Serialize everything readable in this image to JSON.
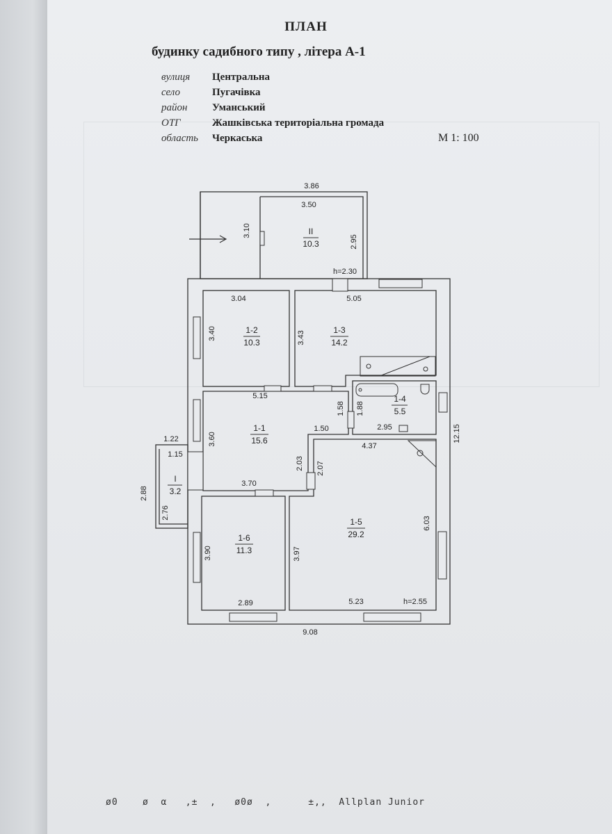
{
  "title": "ПЛАН",
  "subtitle": "будинку садибного типу , літера   А-1",
  "address": [
    {
      "label": "вулиця",
      "value": "Центральна"
    },
    {
      "label": "село",
      "value": "Пугачівка"
    },
    {
      "label": "район",
      "value": "Уманський"
    },
    {
      "label": "ОТГ",
      "value": "Жашківська територіальна громада"
    },
    {
      "label": "область",
      "value": "Черкаська"
    }
  ],
  "scale": "М 1: 100",
  "plan": {
    "dimensions": {
      "top_outer": "3.86",
      "top_inner": "3.50",
      "annex_left": "3.10",
      "annex_right": "2.95",
      "annex_height": "h=2.30",
      "r12_width": "3.04",
      "r12_height": "3.40",
      "r13_width": "5.05",
      "r13_height": "3.43",
      "r11_top": "5.15",
      "r11_height": "3.60",
      "r11_notch_w": "1.50",
      "r11_notch_h": "2.03",
      "r11_bottom": "3.70",
      "r14_h1": "1.58",
      "r14_h2": "1.88",
      "r14_width": "2.95",
      "r15_top": "4.37",
      "r15_left_upper": "2.07",
      "r15_left": "3.97",
      "r15_right": "6.03",
      "r15_bottom": "5.23",
      "main_height": "h=2.55",
      "total_height": "12.15",
      "r16_height": "3.90",
      "r16_bottom": "2.89",
      "bottom_total": "9.08",
      "porch_outer": "1.22",
      "porch_inner": "1.15",
      "porch_height": "2.88",
      "porch_inner_h": "2.76"
    },
    "rooms": [
      {
        "id": "II",
        "area": "10.3"
      },
      {
        "id": "1-2",
        "area": "10.3"
      },
      {
        "id": "1-3",
        "area": "14.2"
      },
      {
        "id": "1-4",
        "area": "5.5"
      },
      {
        "id": "1-1",
        "area": "15.6"
      },
      {
        "id": "I",
        "area": "3.2"
      },
      {
        "id": "1-5",
        "area": "29.2"
      },
      {
        "id": "1-6",
        "area": "11.3"
      }
    ]
  },
  "footer": "ø0    ø  α   ,±  ,   ø0ø  ,      ±,,  Allplan Junior"
}
